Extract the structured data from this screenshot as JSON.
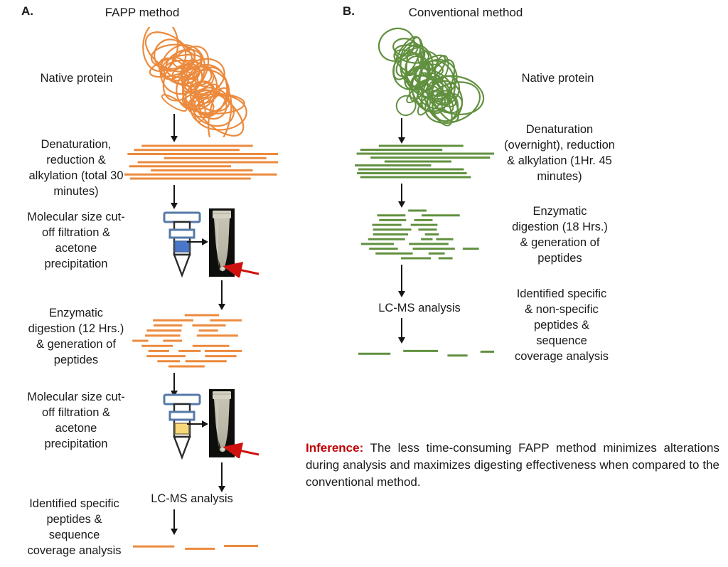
{
  "colors": {
    "orange": "#ec8a3d",
    "green": "#61903f",
    "band_blue": "#4a77c9",
    "band_yellow": "#f8d878",
    "filter_outline": "#5578a8",
    "red_arrow": "#cf1110",
    "inference_red": "#c00000"
  },
  "panel_a": {
    "label": "A.",
    "title": "FAPP method",
    "native": "Native protein",
    "denaturation": "Denaturation,\nreduction &\nalkylation (total 30\nminutes)",
    "filtration1": "Molecular size cut-\noff filtration &\nacetone\nprecipitation",
    "digestion": "Enzymatic\ndigestion (12 Hrs.)\n& generation of\npeptides",
    "filtration2": "Molecular size cut-\noff filtration &\nacetone\nprecipitation",
    "lcms": "LC-MS analysis",
    "identified": "Identified specific\npeptides &\nsequence\ncoverage analysis"
  },
  "panel_b": {
    "label": "B.",
    "title": "Conventional method",
    "native": "Native protein",
    "denaturation": "Denaturation\n(overnight), reduction\n& alkylation (1Hr. 45\nminutes)",
    "digestion": "Enzymatic\ndigestion (18 Hrs.)\n& generation of\npeptides",
    "lcms": "LC-MS analysis",
    "identified": "Identified specific\n& non-specific\npeptides &\nsequence\ncoverage analysis"
  },
  "inference": {
    "label": "Inference:",
    "text": "The less time-consuming FAPP method minimizes alterations during analysis and maximizes digesting effectiveness when compared to the conventional method."
  }
}
